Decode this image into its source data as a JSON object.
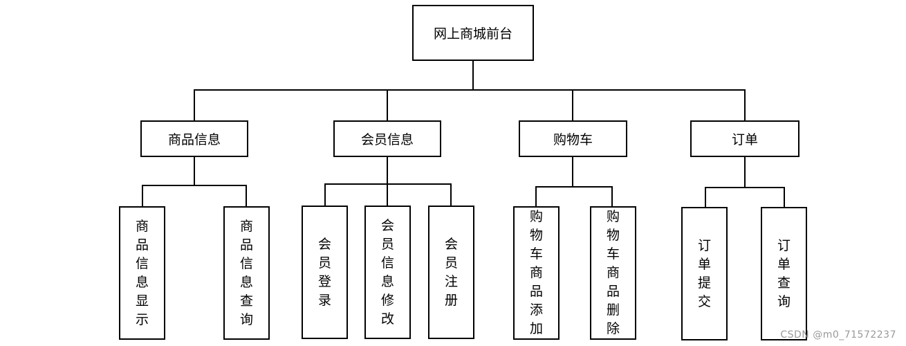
{
  "root": {
    "label": "网上商城前台"
  },
  "modules": [
    {
      "label": "商品信息",
      "children": [
        "商品信息显示",
        "商品信息查询"
      ]
    },
    {
      "label": "会员信息",
      "children": [
        "会员登录",
        "会员信息修改",
        "会员注册"
      ]
    },
    {
      "label": "购物车",
      "children": [
        "购物车商品添加",
        "购物车商品删除"
      ]
    },
    {
      "label": "订单",
      "children": [
        "订单提交",
        "订单查询"
      ]
    }
  ],
  "watermark": "CSDN @m0_71572237",
  "colors": {
    "line": "#000000",
    "box_fill": "#ffffff",
    "watermark": "#999999"
  }
}
